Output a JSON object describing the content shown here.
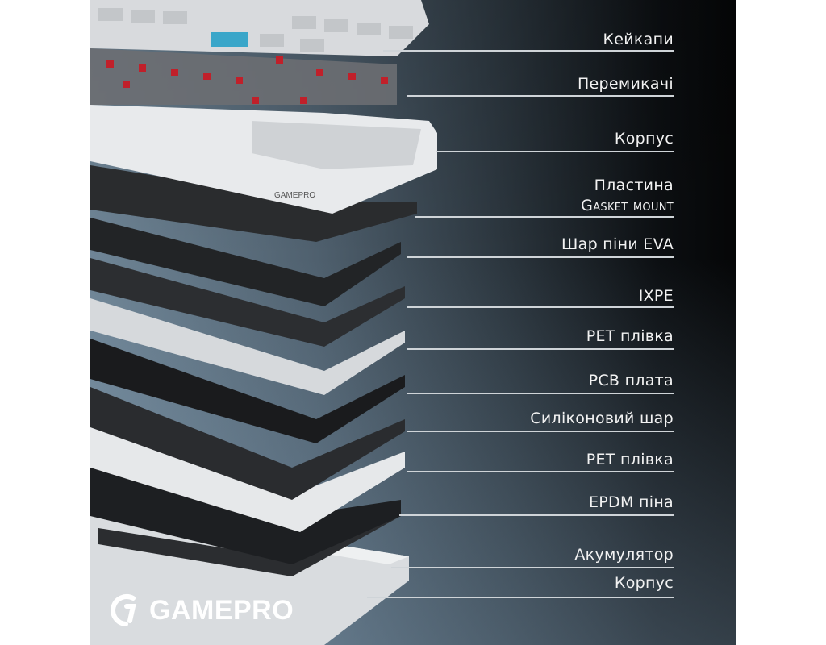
{
  "labels": [
    {
      "text": "Кейкапи"
    },
    {
      "text": "Перемикачі"
    },
    {
      "text": "Корпус"
    },
    {
      "text": "Пластина",
      "text2": "Gasket mount"
    },
    {
      "text": "Шар піни EVA"
    },
    {
      "text": "IXPE"
    },
    {
      "text": "PET плівка"
    },
    {
      "text": "PCB плата"
    },
    {
      "text": "Силіконовий шар"
    },
    {
      "text": "PET плівка"
    },
    {
      "text": "EPDM піна"
    },
    {
      "text": "Акумулятор"
    },
    {
      "text": "Корпус"
    }
  ],
  "brand": {
    "logo_text": "GAMEPRO",
    "case_engraving": "GAMEPRO"
  },
  "colors": {
    "accent_keycap": "#3aa6c9",
    "switch_red": "#c0202a"
  }
}
